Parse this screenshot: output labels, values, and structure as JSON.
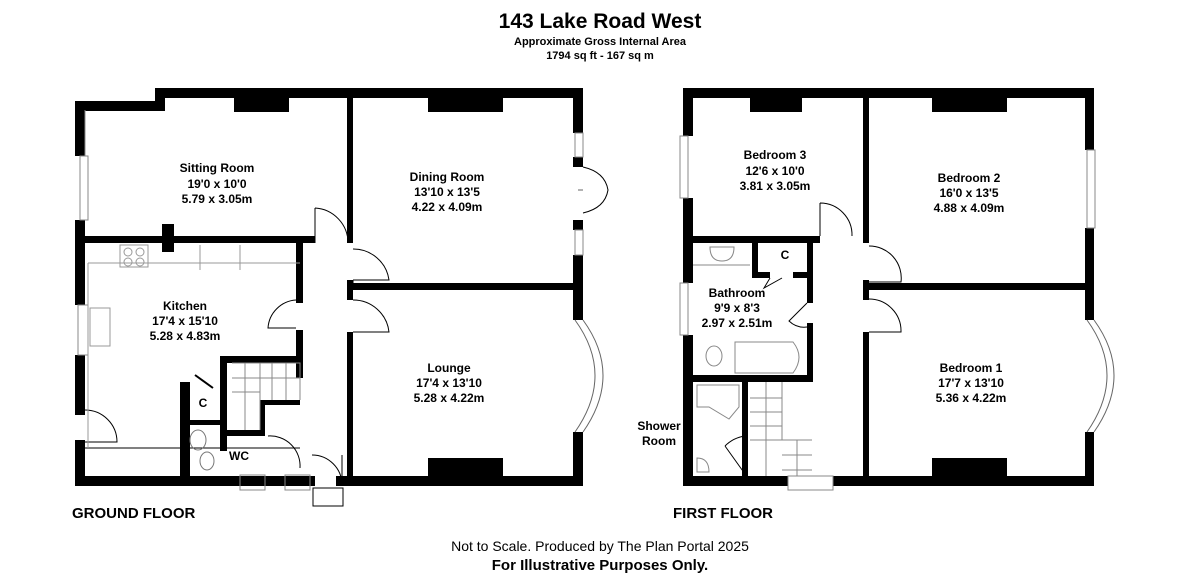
{
  "header": {
    "title": "143 Lake Road West",
    "subtitle": "Approximate Gross Internal Area",
    "area": "1794 sq ft - 167 sq m"
  },
  "ground_floor": {
    "label": "GROUND FLOOR",
    "rooms": [
      {
        "name": "Sitting Room",
        "imperial": "19'0 x 10'0",
        "metric": "5.79 x 3.05m"
      },
      {
        "name": "Dining Room",
        "imperial": "13'10 x 13'5",
        "metric": "4.22 x 4.09m"
      },
      {
        "name": "Kitchen",
        "imperial": "17'4 x 15'10",
        "metric": "5.28 x 4.83m"
      },
      {
        "name": "Lounge",
        "imperial": "17'4 x 13'10",
        "metric": "5.28 x 4.22m"
      },
      {
        "name": "C"
      },
      {
        "name": "WC"
      }
    ]
  },
  "first_floor": {
    "label": "FIRST FLOOR",
    "rooms": [
      {
        "name": "Bedroom 3",
        "imperial": "12'6 x 10'0",
        "metric": "3.81 x 3.05m"
      },
      {
        "name": "Bedroom 2",
        "imperial": "16'0 x 13'5",
        "metric": "4.88 x 4.09m"
      },
      {
        "name": "Bathroom",
        "imperial": "9'9 x 8'3",
        "metric": "2.97 x 2.51m"
      },
      {
        "name": "Bedroom 1",
        "imperial": "17'7 x 13'10",
        "metric": "5.36 x 4.22m"
      },
      {
        "name": "C"
      },
      {
        "name": "Shower",
        "name2": "Room"
      }
    ]
  },
  "footer": {
    "line1": "Not to Scale. Produced by The Plan Portal 2025",
    "line2": "For Illustrative Purposes Only."
  }
}
